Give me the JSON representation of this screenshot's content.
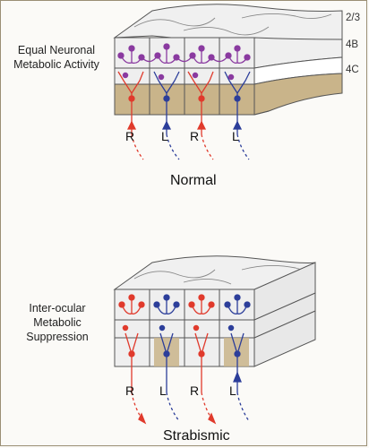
{
  "layers": {
    "l23": "2/3",
    "l4b": "4B",
    "l4c": "4C"
  },
  "top": {
    "side_label_line1": "Equal Neuronal",
    "side_label_line2": "Metabolic Activity",
    "condition": "Normal",
    "eyes": [
      "R",
      "L",
      "R",
      "L"
    ]
  },
  "bottom": {
    "side_label_line1": "Inter-ocular",
    "side_label_line2": "Metabolic",
    "side_label_line3": "Suppression",
    "condition": "Strabismic",
    "eyes": [
      "R",
      "L",
      "R",
      "L"
    ]
  },
  "colors": {
    "right_eye": "#e03a2c",
    "left_eye": "#2c3e9a",
    "mixed": "#8a3aa0",
    "layer4c": "#c9b48a",
    "block": "#efefef",
    "border": "#555555"
  }
}
